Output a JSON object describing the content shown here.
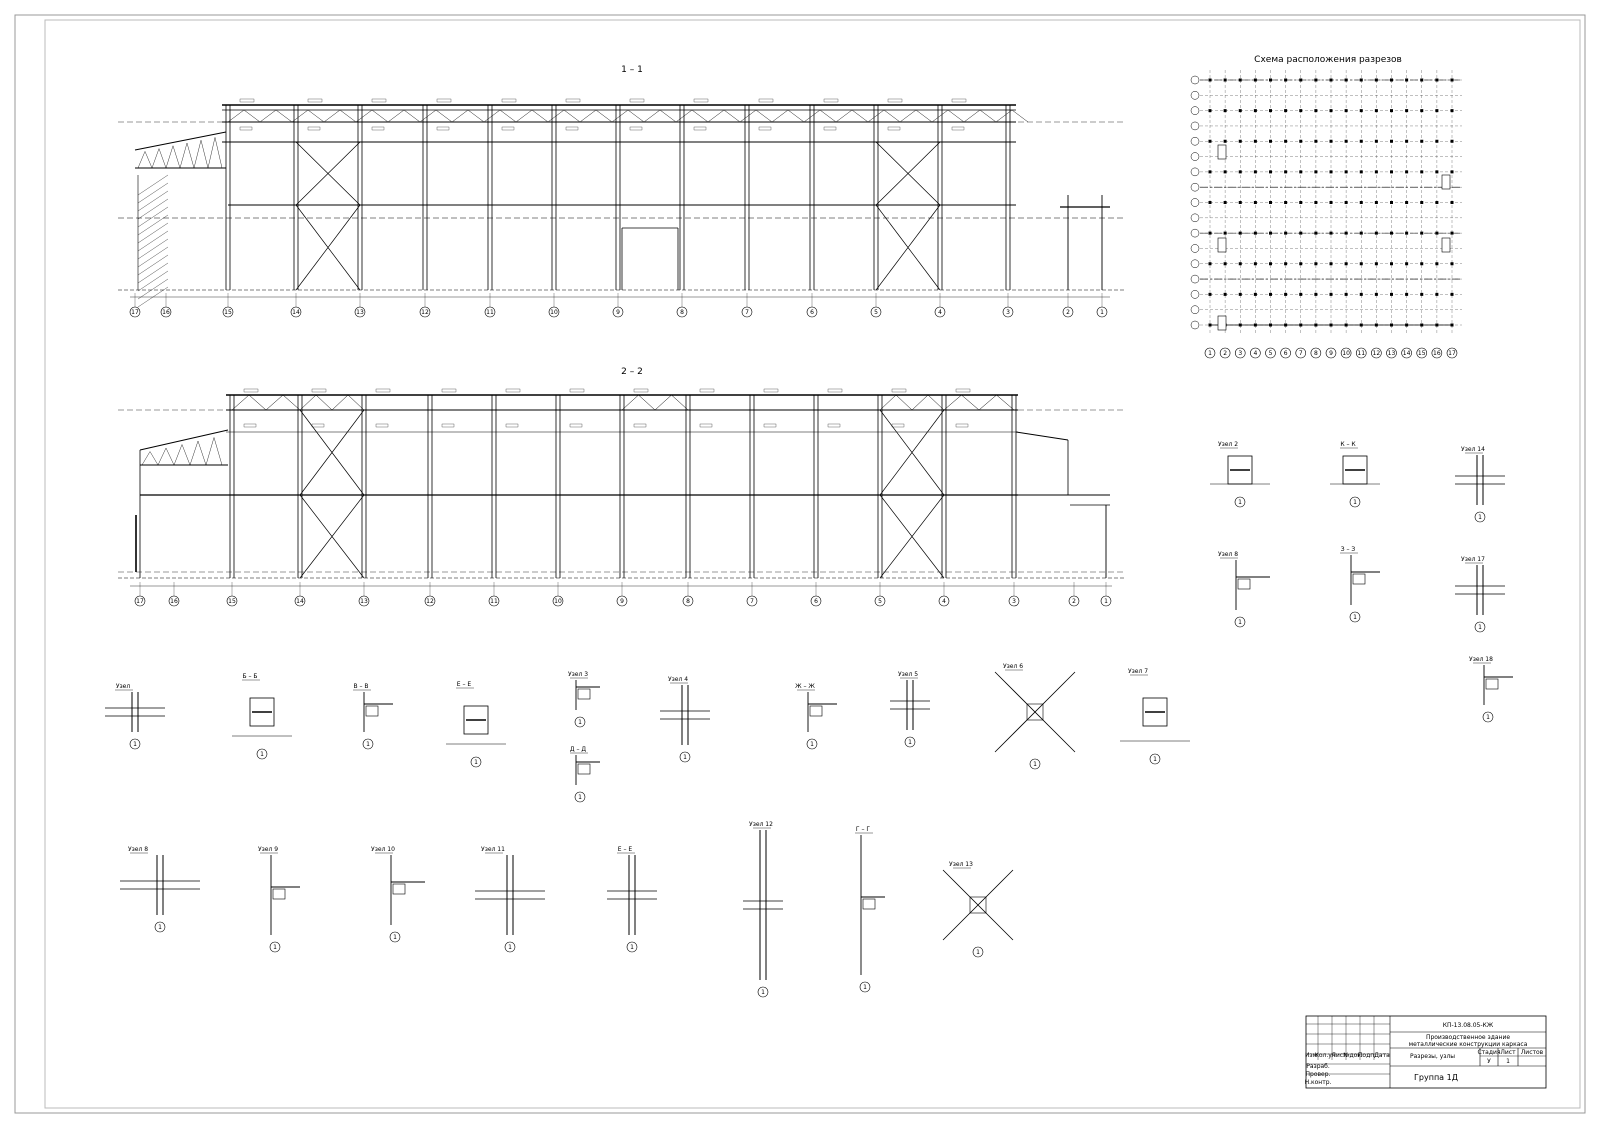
{
  "sheet": {
    "views": {
      "section_1": {
        "title": "1 – 1"
      },
      "section_2": {
        "title": "2 – 2"
      },
      "plan": {
        "title": "Схема расположения разрезов"
      }
    },
    "right_details": [
      "Узел 2",
      "К – К",
      "Узел 14",
      "Узел 8",
      "З – З",
      "Узел 17",
      "Узел 18"
    ],
    "middle_details": [
      "Узел",
      "Б – Б",
      "В – В",
      "Е – Е",
      "Узел 3",
      "Узел 4",
      "Ж – Ж",
      "Узел 5",
      "Узел 6",
      "Узел 7",
      "Д – Д"
    ],
    "bottom_details": [
      "Узел 8",
      "Узел 9",
      "Узел 10",
      "Узел 11",
      "Е – Е",
      "Узел 12",
      "Г – Г",
      "Узел 13"
    ],
    "axis_labels_1": [
      "17",
      "16",
      "15",
      "14",
      "13",
      "12",
      "11",
      "10",
      "9",
      "8",
      "7",
      "6",
      "5",
      "4",
      "3",
      "2",
      "1"
    ],
    "axis_labels_2": [
      "17",
      "16",
      "15",
      "14",
      "13",
      "12",
      "11",
      "10",
      "9",
      "8",
      "7",
      "6",
      "5",
      "4",
      "3",
      "2",
      "1"
    ],
    "plan_axes": [
      "1",
      "2",
      "3",
      "4",
      "5",
      "6",
      "7",
      "8",
      "9",
      "10",
      "11",
      "12",
      "13",
      "14",
      "15",
      "16",
      "17"
    ],
    "title_block": {
      "code": "КП-13.08.05-КЖ",
      "project": "Производственное здание",
      "subtitle": "металлические конструкции каркаса",
      "stage": "Разрезы, узлы",
      "stage_label": "Стадия",
      "sheet_label": "Лист",
      "sheets_label": "Листов",
      "stage_value": "У",
      "sheet_value": "1",
      "group": "Группа 1Д",
      "rows": [
        "Разраб.",
        "Провер.",
        "Н.контр."
      ],
      "cols": [
        "Изм.",
        "Кол.уч",
        "Лист",
        "№док.",
        "Подп.",
        "Дата"
      ]
    }
  }
}
